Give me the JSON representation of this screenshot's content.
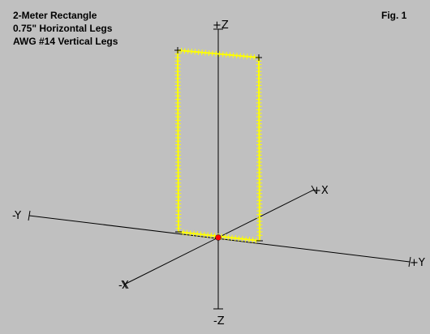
{
  "caption": {
    "line1": "2-Meter Rectangle",
    "line2": "0.75\" Horizontal Legs",
    "line3": "AWG #14 Vertical Legs"
  },
  "figure_label": "Fig. 1",
  "axes": {
    "pos_z": "+Z",
    "neg_z": "-Z",
    "pos_y": "+Y",
    "neg_y": "-Y",
    "pos_x": "+X",
    "neg_x": "-X"
  },
  "colors": {
    "background": "#c0c0c0",
    "axis": "#000000",
    "wire": "#ffff00",
    "source": "#ff0000"
  }
}
